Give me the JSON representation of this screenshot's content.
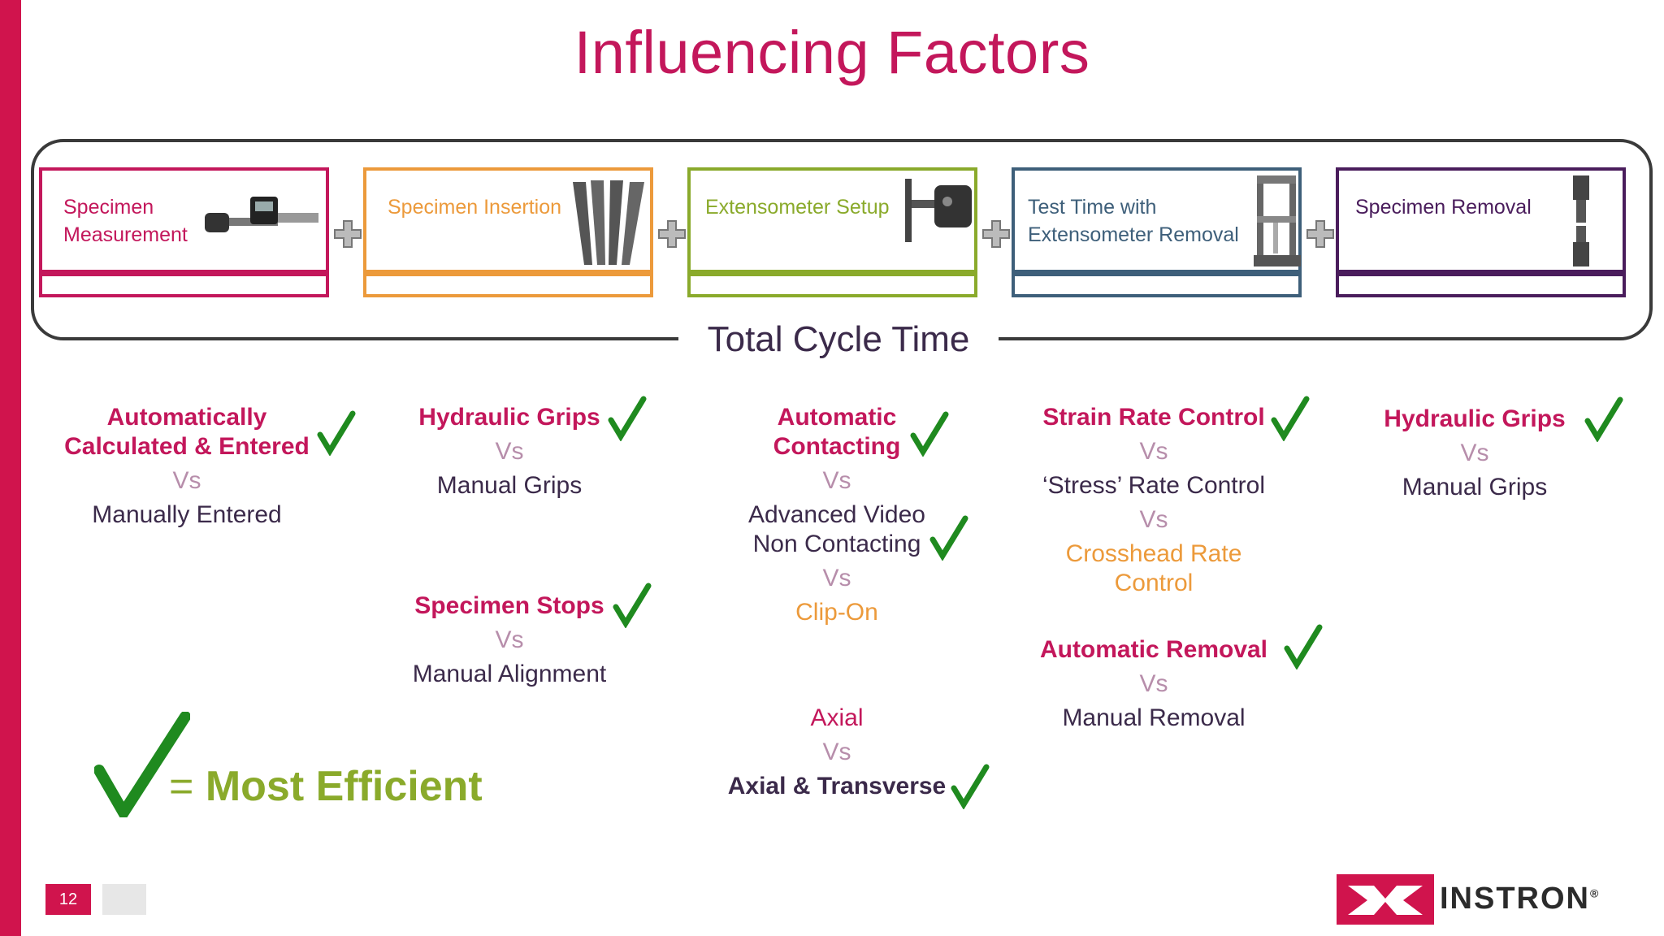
{
  "title": "Influencing Factors",
  "cycle_label": "Total Cycle Time",
  "stages": [
    {
      "label_lines": [
        "Specimen",
        "Measurement"
      ],
      "color": "#c3175b",
      "icon": "micrometer-icon"
    },
    {
      "label_lines": [
        "Specimen Insertion"
      ],
      "color": "#ec9a3b",
      "icon": "specimens-icon"
    },
    {
      "label_lines": [
        "Extensometer Setup"
      ],
      "color": "#8aaa2b",
      "icon": "extensometer-icon"
    },
    {
      "label_lines": [
        "Test Time with",
        "Extensometer Removal"
      ],
      "color": "#3e5f7a",
      "icon": "test-frame-icon"
    },
    {
      "label_lines": [
        "Specimen Removal"
      ],
      "color": "#4a1d5c",
      "icon": "broken-specimen-icon"
    }
  ],
  "factors": {
    "c1": {
      "head1": "Automatically",
      "head2": "Calculated & Entered",
      "vs": "Vs",
      "alt": "Manually Entered"
    },
    "c2a": {
      "head": "Hydraulic Grips",
      "vs": "Vs",
      "alt": "Manual Grips"
    },
    "c2b": {
      "head": "Specimen Stops",
      "vs": "Vs",
      "alt": "Manual Alignment"
    },
    "c3a": {
      "head1": "Automatic",
      "head2": "Contacting",
      "vs1": "Vs",
      "alt1a": "Advanced Video",
      "alt1b": "Non Contacting",
      "vs2": "Vs",
      "alt2": "Clip-On"
    },
    "c3b": {
      "head": "Axial",
      "vs": "Vs",
      "alt": "Axial & Transverse"
    },
    "c4a": {
      "head": "Strain Rate Control",
      "vs1": "Vs",
      "alt1": "‘Stress’ Rate Control",
      "vs2": "Vs",
      "alt2a": "Crosshead Rate",
      "alt2b": "Control"
    },
    "c4b": {
      "head": "Automatic Removal",
      "vs": "Vs",
      "alt": "Manual Removal"
    },
    "c5": {
      "head": "Hydraulic Grips",
      "vs": "Vs",
      "alt": "Manual Grips"
    }
  },
  "legend": {
    "eq": "=",
    "text": "Most Efficient",
    "icon": "check-icon"
  },
  "footer": {
    "page": "12",
    "brand": "INSTRON",
    "trademark": "®"
  },
  "colors": {
    "accent": "#d0144d",
    "heading": "#c3175b",
    "check": "#1f8a1f",
    "legend": "#8aaa2b",
    "dark": "#3b2a4a"
  }
}
